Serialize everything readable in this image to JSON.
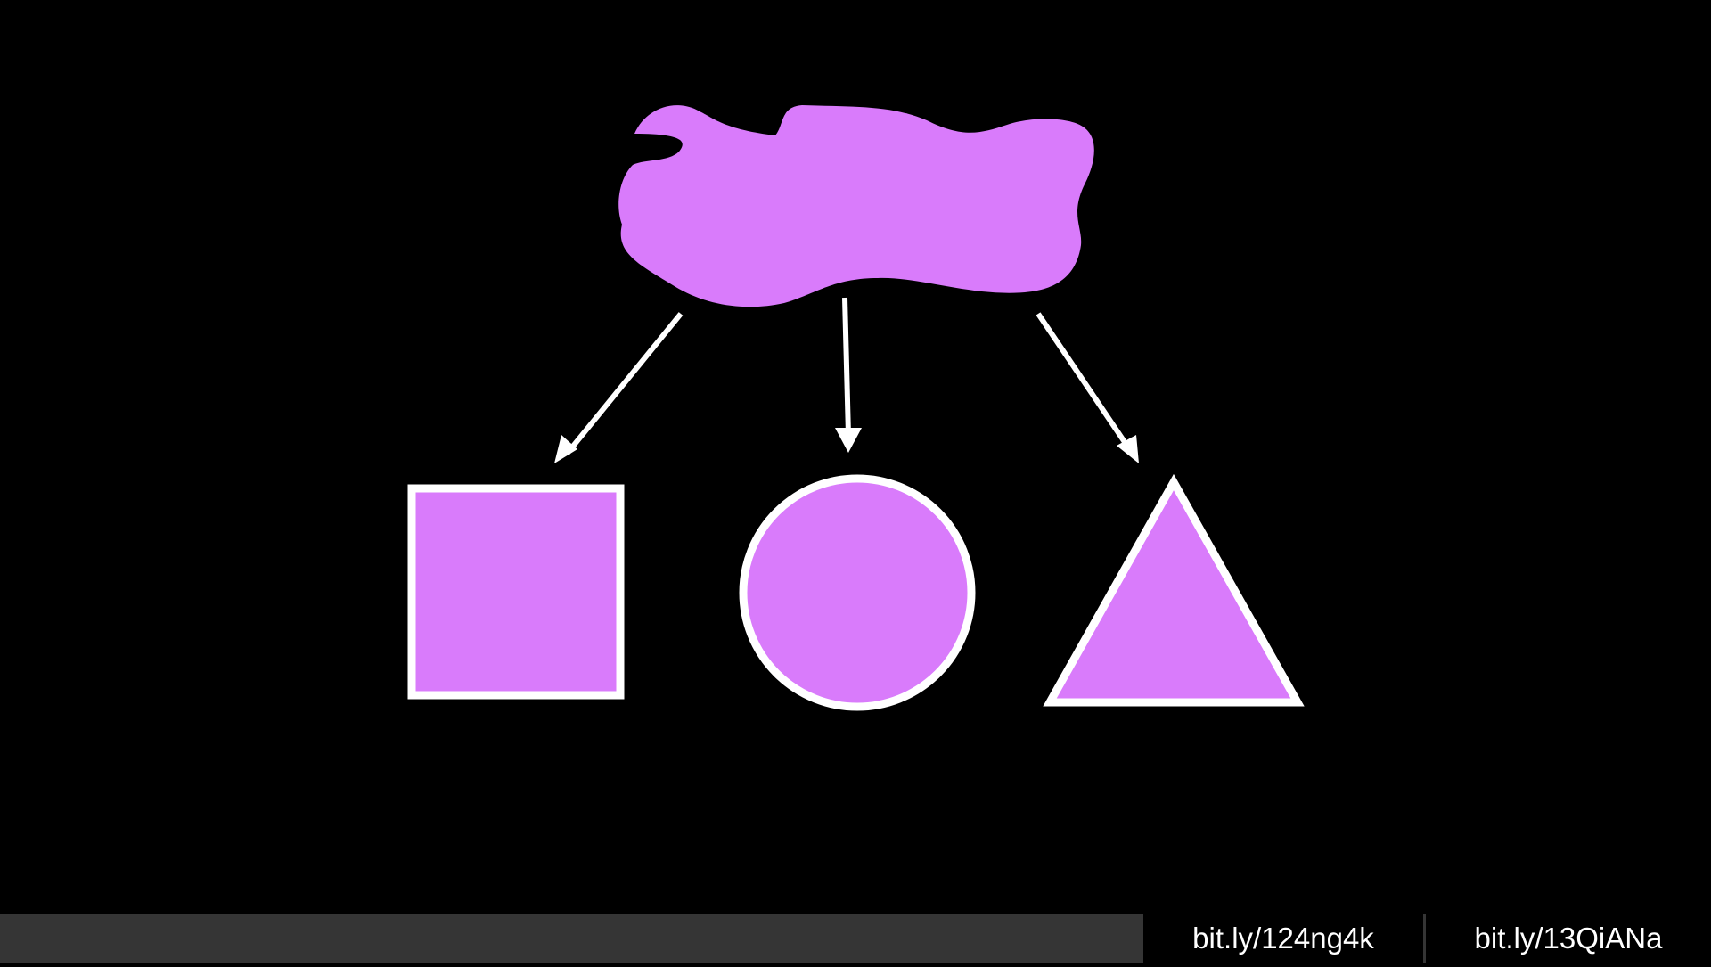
{
  "diagram": {
    "colors": {
      "background": "#000000",
      "shape_fill": "#D97BFB",
      "stroke": "#FFFFFF",
      "bar": "#353535"
    },
    "source_shape": "cloud-blob",
    "target_shapes": [
      "square",
      "circle",
      "triangle"
    ],
    "arrows": [
      {
        "from": "cloud-blob",
        "to": "square"
      },
      {
        "from": "cloud-blob",
        "to": "circle"
      },
      {
        "from": "cloud-blob",
        "to": "triangle"
      }
    ]
  },
  "bottom_bar": {
    "links": [
      "bit.ly/124ng4k",
      "bit.ly/13QiANa"
    ]
  }
}
